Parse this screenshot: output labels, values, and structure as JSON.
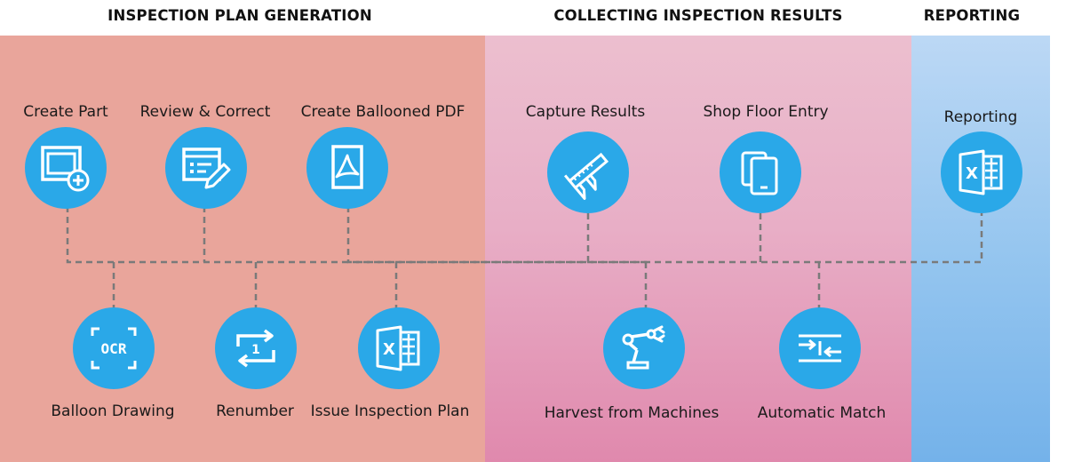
{
  "sections": {
    "plan": "INSPECTION PLAN GENERATION",
    "collect": "COLLECTING INSPECTION RESULTS",
    "report": "REPORTING"
  },
  "steps": {
    "create_part": "Create Part",
    "review_correct": "Review & Correct",
    "create_ballooned_pdf": "Create Ballooned PDF",
    "balloon_drawing": "Balloon Drawing",
    "renumber": "Renumber",
    "issue_inspection_plan": "Issue Inspection Plan",
    "capture_results": "Capture Results",
    "shop_floor_entry": "Shop Floor Entry",
    "harvest_from_machines": "Harvest from Machines",
    "automatic_match": "Automatic Match",
    "reporting": "Reporting"
  },
  "icons": {
    "create_part": "create-part-icon",
    "review_correct": "review-edit-icon",
    "create_ballooned_pdf": "pdf-document-icon",
    "balloon_drawing": "ocr-icon",
    "renumber": "renumber-icon",
    "issue_inspection_plan": "excel-icon",
    "capture_results": "caliper-icon",
    "shop_floor_entry": "tablet-icon",
    "harvest_from_machines": "robot-arm-icon",
    "automatic_match": "match-arrows-icon",
    "reporting": "excel-icon",
    "ocr_text": "OCR",
    "renumber_digit": "1",
    "excel_letter": "X"
  },
  "colors": {
    "plan_band": "#e9a59b",
    "collect_band": "#e8aec6",
    "report_band": "#96c6ef",
    "node": "#2aa8e8",
    "connector": "#7a7a7a"
  }
}
